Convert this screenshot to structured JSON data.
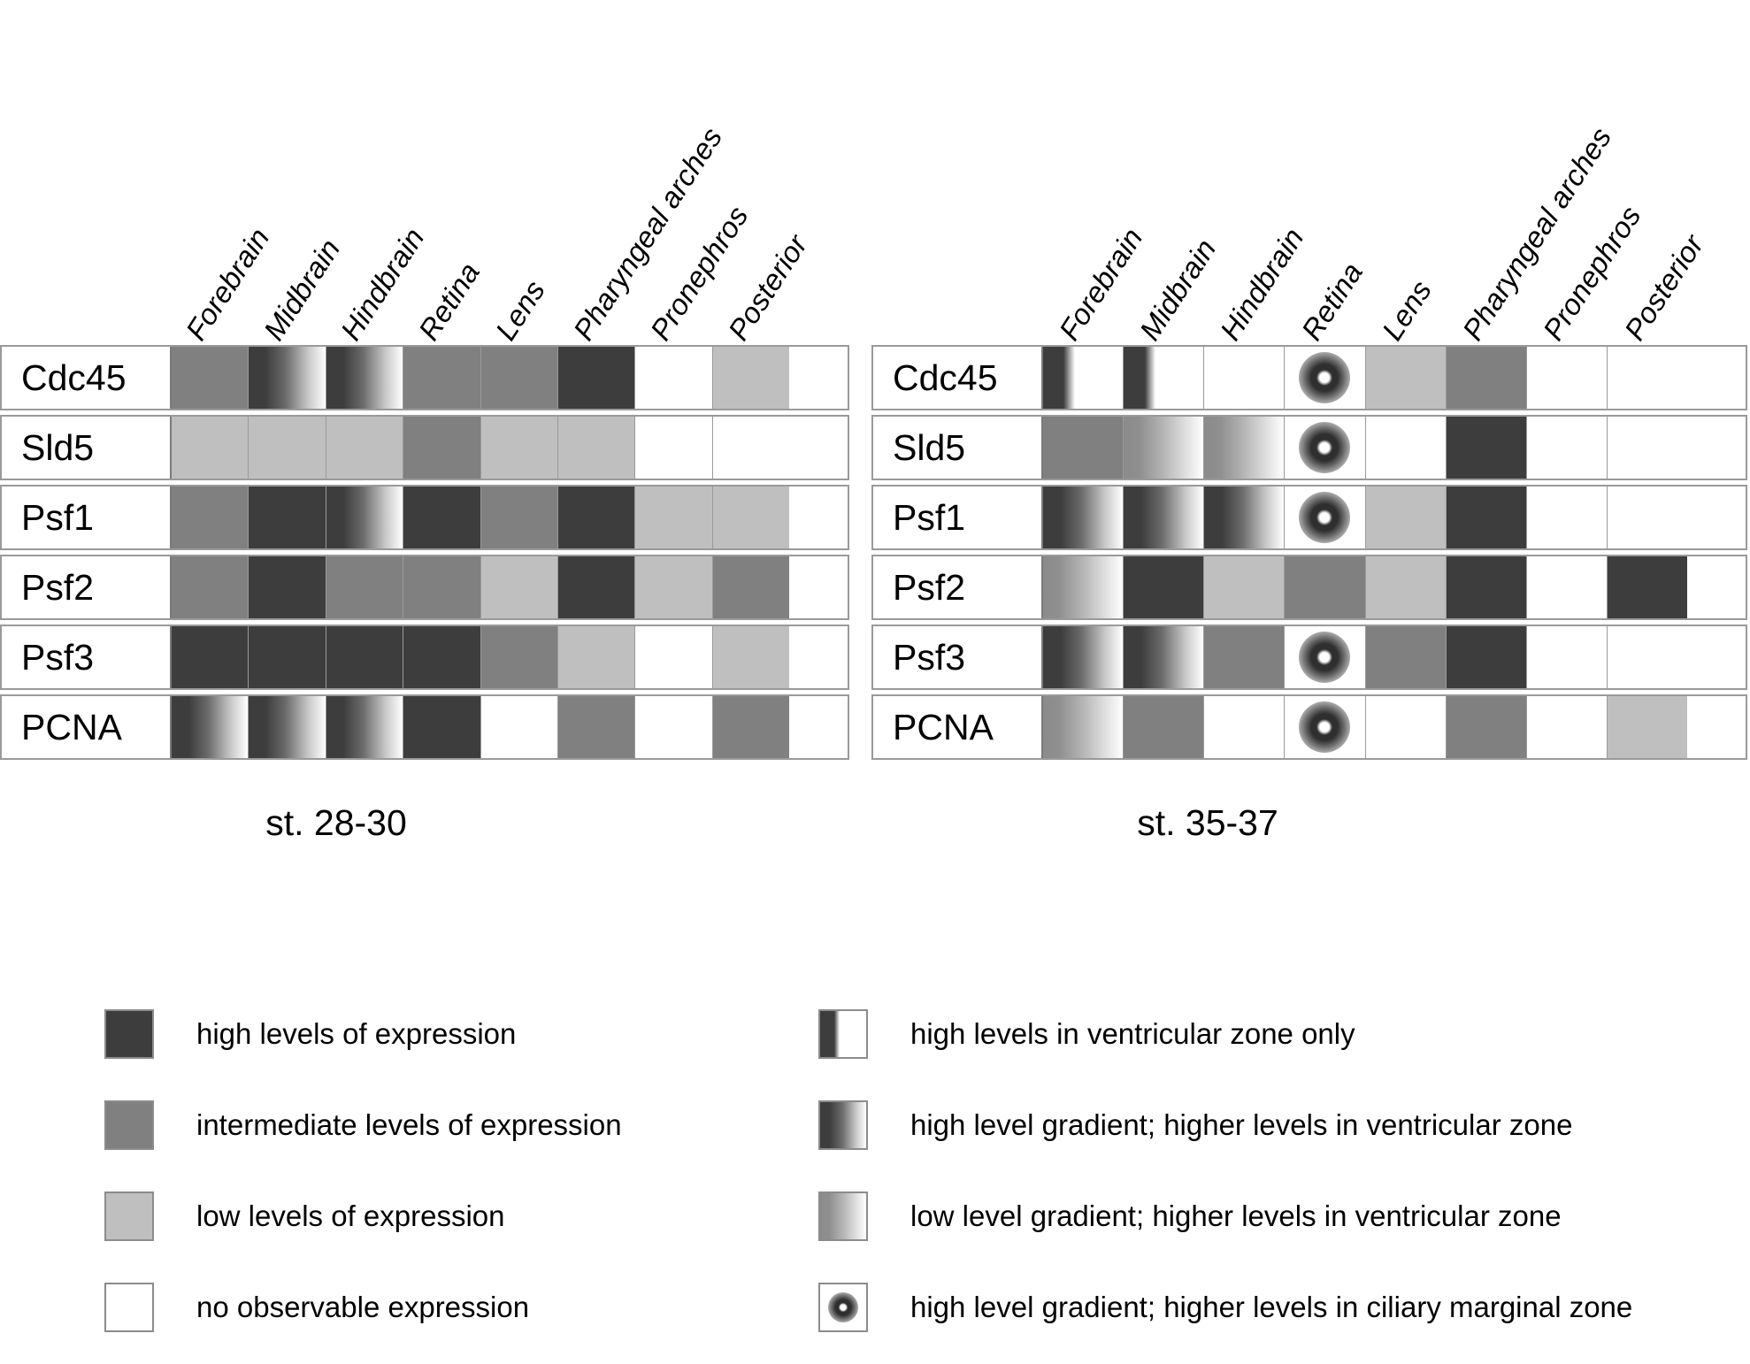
{
  "columns": [
    "Forebrain",
    "Midbrain",
    "Hindbrain",
    "Retina",
    "Lens",
    "Pharyngeal arches",
    "Pronephros",
    "Posterior"
  ],
  "genes": [
    "Cdc45",
    "Sld5",
    "Psf1",
    "Psf2",
    "Psf3",
    "PCNA"
  ],
  "panels": [
    {
      "id": "left",
      "stage_caption": "st. 28-30",
      "rows": [
        {
          "gene": "Cdc45",
          "values": [
            "int",
            "gradhigh",
            "gradhigh",
            "int",
            "int",
            "high",
            "none",
            "low"
          ]
        },
        {
          "gene": "Sld5",
          "values": [
            "low",
            "low",
            "low",
            "int",
            "low",
            "low",
            "none",
            "none"
          ]
        },
        {
          "gene": "Psf1",
          "values": [
            "int",
            "high",
            "gradhigh",
            "high",
            "int",
            "high",
            "low",
            "low"
          ]
        },
        {
          "gene": "Psf2",
          "values": [
            "int",
            "high",
            "int",
            "int",
            "low",
            "high",
            "low",
            "int"
          ]
        },
        {
          "gene": "Psf3",
          "values": [
            "high",
            "high",
            "high",
            "high",
            "int",
            "low",
            "none",
            "low"
          ]
        },
        {
          "gene": "PCNA",
          "values": [
            "gradhigh",
            "gradhigh",
            "gradhigh",
            "high",
            "none",
            "int",
            "none",
            "int"
          ]
        }
      ]
    },
    {
      "id": "right",
      "stage_caption": "st. 35-37",
      "rows": [
        {
          "gene": "Cdc45",
          "values": [
            "vzonly",
            "vzonly",
            "none",
            "cmz",
            "low",
            "int",
            "none",
            "none"
          ]
        },
        {
          "gene": "Sld5",
          "values": [
            "int",
            "gradlow",
            "gradlow",
            "cmz",
            "none",
            "high",
            "none",
            "none"
          ]
        },
        {
          "gene": "Psf1",
          "values": [
            "gradhigh",
            "gradhigh",
            "gradhigh",
            "cmz",
            "low",
            "high",
            "none",
            "none"
          ]
        },
        {
          "gene": "Psf2",
          "values": [
            "gradlow",
            "high",
            "low",
            "int",
            "low",
            "high",
            "none",
            "high"
          ]
        },
        {
          "gene": "Psf3",
          "values": [
            "gradhigh",
            "gradhigh",
            "int",
            "cmz",
            "int",
            "high",
            "none",
            "none"
          ]
        },
        {
          "gene": "PCNA",
          "values": [
            "gradlow",
            "int",
            "none",
            "cmz",
            "none",
            "int",
            "none",
            "low"
          ]
        }
      ]
    }
  ],
  "legend": {
    "left_items": [
      {
        "key": "high",
        "label": "high levels of expression"
      },
      {
        "key": "int",
        "label": "intermediate levels of expression"
      },
      {
        "key": "low",
        "label": "low levels of expression"
      },
      {
        "key": "none",
        "label": "no observable expression"
      }
    ],
    "right_items": [
      {
        "key": "vzonly",
        "label": "high levels in ventricular zone only"
      },
      {
        "key": "gradhigh",
        "label": "high level gradient; higher levels in ventricular zone"
      },
      {
        "key": "gradlow",
        "label": "low level gradient; higher levels in ventricular zone"
      },
      {
        "key": "cmz",
        "label": "high level gradient; higher levels in ciliary marginal zone"
      }
    ]
  },
  "colors": {
    "high": "#3d3d3d",
    "intermediate": "#808080",
    "low": "#bfbfbf",
    "none": "#ffffff",
    "border": "#9a9a9a"
  }
}
